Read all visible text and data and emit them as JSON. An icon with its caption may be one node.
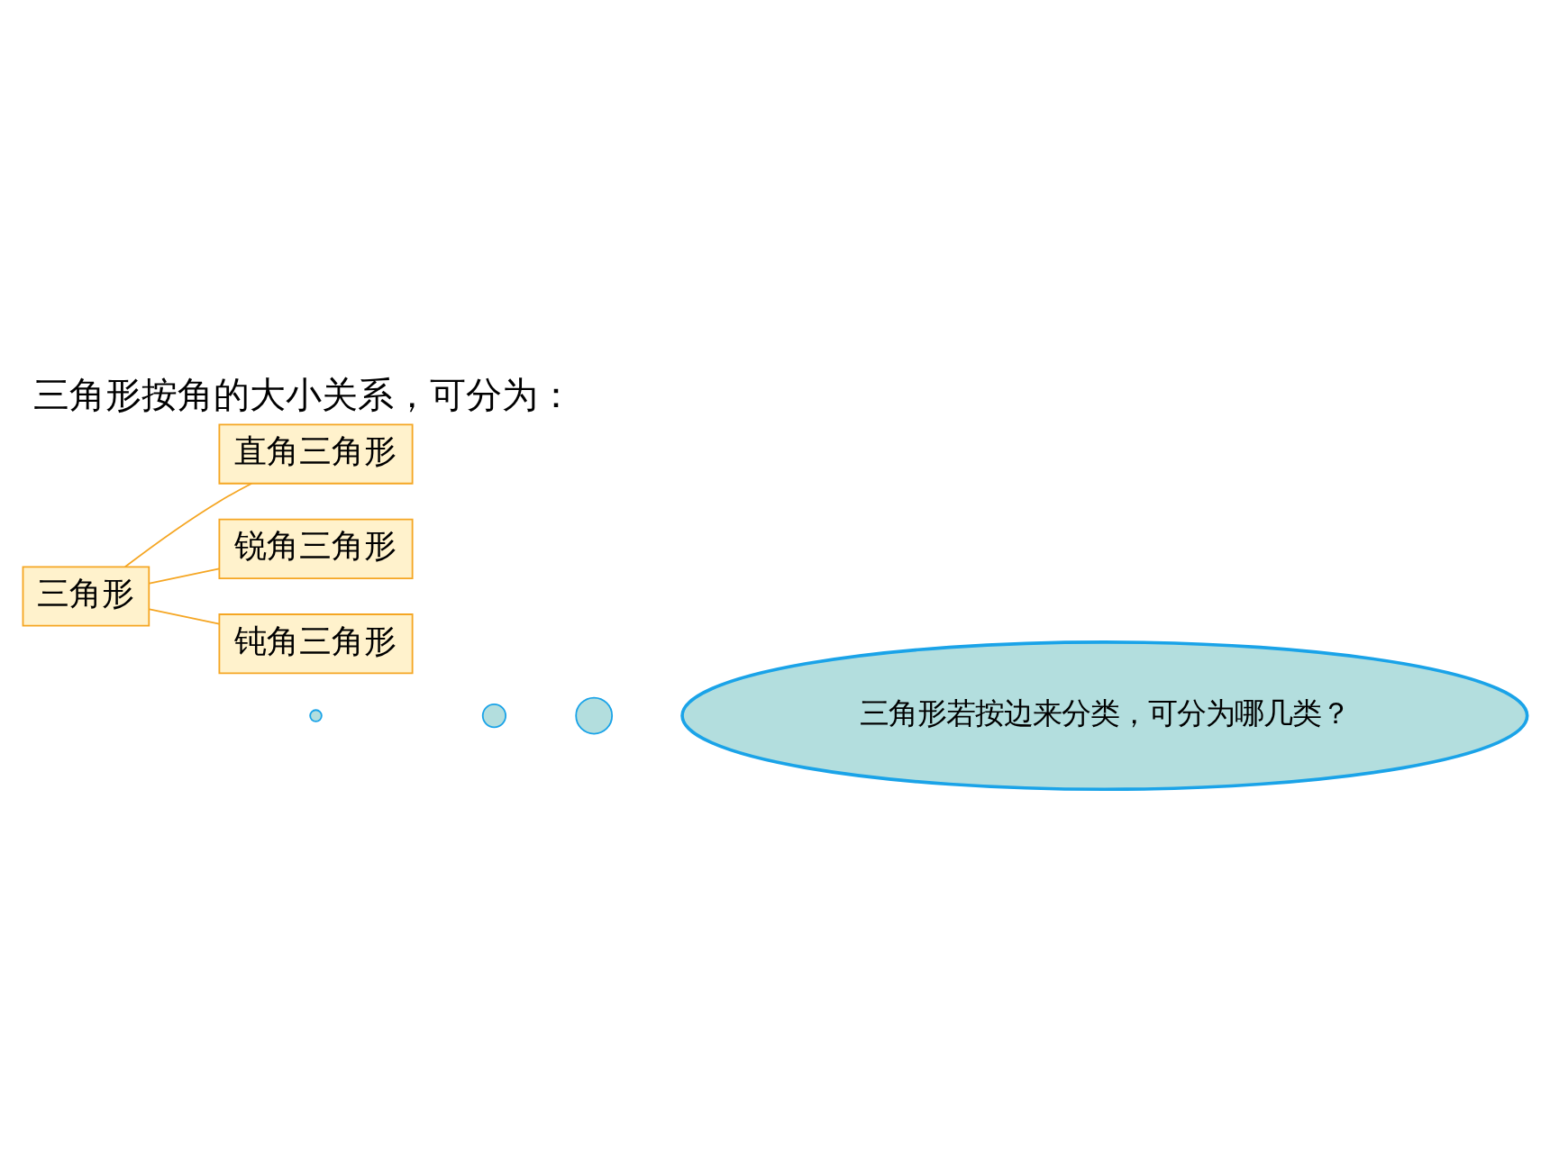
{
  "diagram": {
    "title": "三角形按角的大小关系，可分为：",
    "nodes": [
      {
        "text": [
          "三角形"
        ]
      },
      {
        "text": [
          "直角三角形"
        ]
      },
      {
        "text": [
          "锐角三角形"
        ]
      },
      {
        "text": [
          "钝角三角形"
        ]
      },
      {
        "text": [],
        "shape": "circle"
      },
      {
        "text": [],
        "shape": "circle"
      },
      {
        "text": [],
        "shape": "circle"
      },
      {
        "text": [
          "三角形若按边来分类，可分为哪几类？"
        ]
      }
    ],
    "edges": [
      {
        "from": 0,
        "to": 1,
        "arrow": "none",
        "color": "#f5a623"
      },
      {
        "from": 0,
        "to": 2,
        "arrow": "none",
        "color": "#f5a623"
      },
      {
        "from": 0,
        "to": 3,
        "arrow": "none",
        "color": "#f5a623"
      }
    ]
  }
}
